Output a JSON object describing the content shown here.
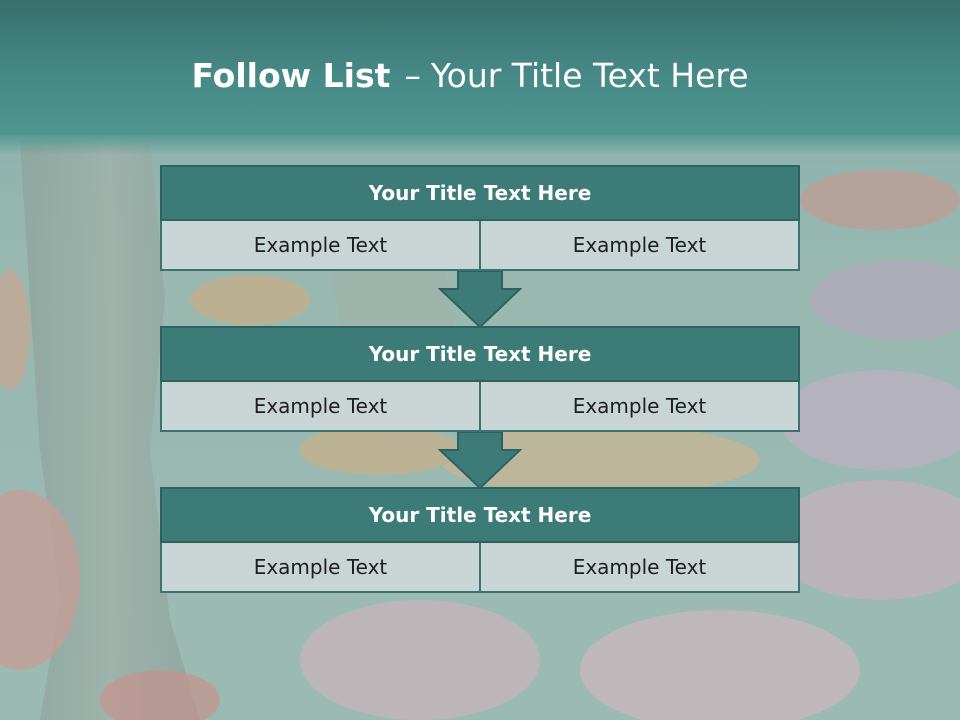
{
  "slide": {
    "title_bold": "Follow List",
    "title_dash": "–",
    "title_rest": "Your Title Text Here"
  },
  "blocks": [
    {
      "title": "Your Title Text Here",
      "left": "Example Text",
      "right": "Example Text"
    },
    {
      "title": "Your Title Text Here",
      "left": "Example Text",
      "right": "Example Text"
    },
    {
      "title": "Your Title Text Here",
      "left": "Example Text",
      "right": "Example Text"
    }
  ],
  "colors": {
    "header_teal": "#3d7b79",
    "cell_fill": "#c8d5d4",
    "title_band": "#468986",
    "text_white": "#ffffff"
  },
  "icons": [
    "down-arrow-icon"
  ]
}
